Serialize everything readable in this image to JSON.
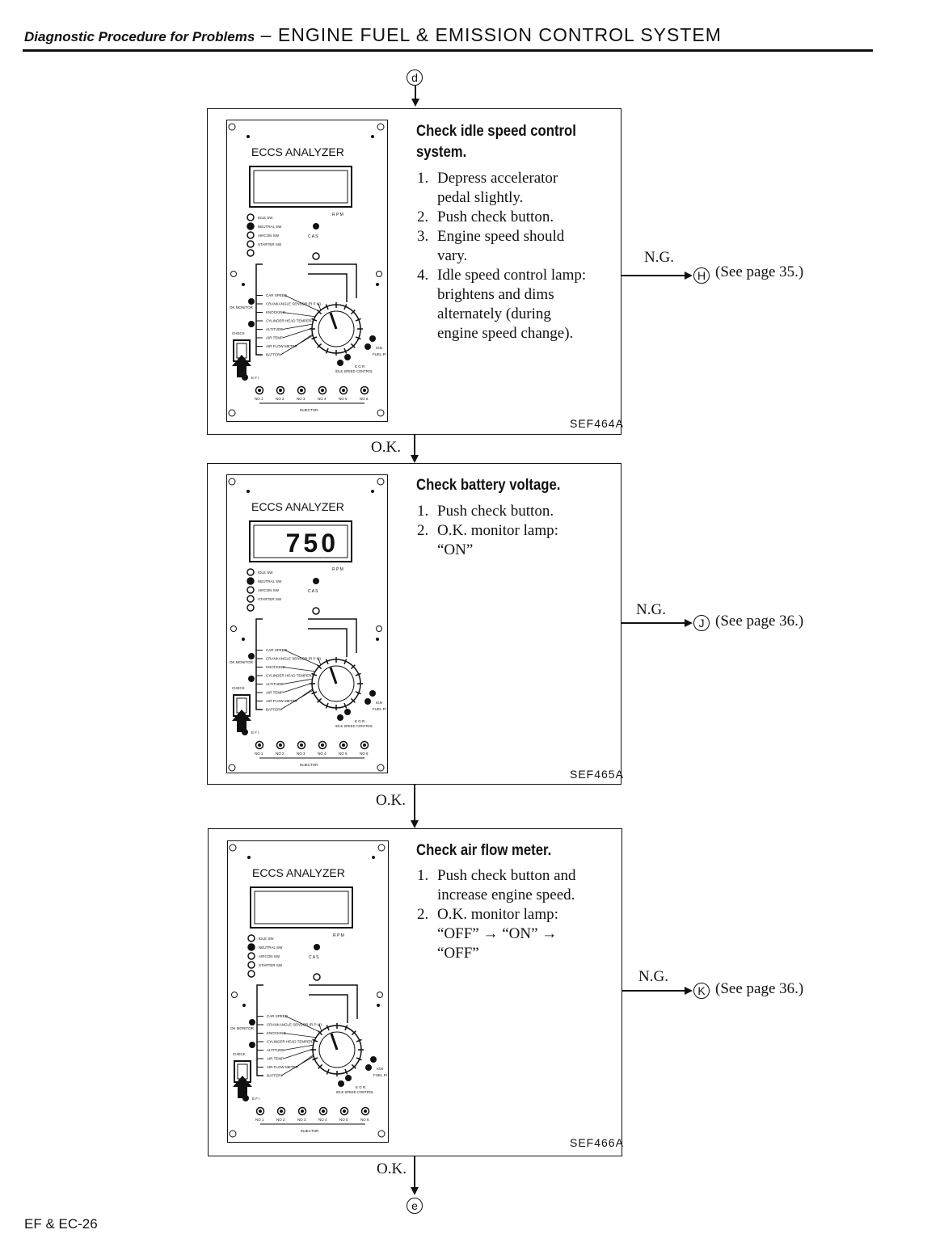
{
  "header": {
    "italic": "Diagnostic Procedure for Problems",
    "dash": " – ",
    "main": "ENGINE FUEL & EMISSION CONTROL SYSTEM"
  },
  "connectors": {
    "top": "d",
    "bottom": "e"
  },
  "steps": [
    {
      "title_line1": "Check idle speed control",
      "title_line2": "system.",
      "items": [
        {
          "n": "1.",
          "lines": [
            "Depress accelerator",
            "pedal slightly."
          ]
        },
        {
          "n": "2.",
          "lines": [
            "Push check button."
          ]
        },
        {
          "n": "3.",
          "lines": [
            "Engine speed should",
            "vary."
          ]
        },
        {
          "n": "4.",
          "lines": [
            "Idle speed control lamp:",
            "brightens and dims",
            "alternately (during",
            "engine speed change)."
          ]
        }
      ],
      "figure_code": "SEF464A",
      "ng_label": "N.G.",
      "ng_target": "H",
      "ng_ref": "(See page 35.)",
      "ok_label": "O.K.",
      "display": ""
    },
    {
      "title_line1": "Check battery voltage.",
      "title_line2": "",
      "items": [
        {
          "n": "1.",
          "lines": [
            "Push check button."
          ]
        },
        {
          "n": "2.",
          "lines": [
            "O.K. monitor lamp:",
            "“ON”"
          ]
        }
      ],
      "figure_code": "SEF465A",
      "ng_label": "N.G.",
      "ng_target": "J",
      "ng_ref": "(See page 36.)",
      "ok_label": "O.K.",
      "display": "750"
    },
    {
      "title_line1": "Check air flow meter.",
      "title_line2": "",
      "items": [
        {
          "n": "1.",
          "lines": [
            "Push check button and",
            "increase engine speed."
          ]
        },
        {
          "n": "2.",
          "lines": [
            "O.K. monitor lamp:",
            "“OFF” → “ON” →",
            "“OFF”"
          ]
        }
      ],
      "figure_code": "SEF466A",
      "ng_label": "N.G.",
      "ng_target": "K",
      "ng_ref": "(See page 36.)",
      "ok_label": "O.K.",
      "display": ""
    }
  ],
  "analyzer": {
    "name": "ECCS ANALYZER",
    "rpm": "R P M",
    "cas": "C A S",
    "left_switches": [
      "IDLE SW",
      "NEUTRAL SW",
      "AIRCON SW",
      "STARTER SW"
    ],
    "selector_labels": [
      "CAR SPEED",
      "CRANKANGLE SENSOR (R P M)",
      "KNOCKING",
      "CYLINDER HEAD TEMPERATURE",
      "ALTITUDE",
      "AIR TEMP",
      "AIR FLOW METER",
      "BATTERY"
    ],
    "right_labels": [
      "IGN",
      "FUEL PUMP",
      "E G R",
      "IDLE SPEED CONTROL"
    ],
    "ok_monitor": "OK MONITOR",
    "check": "CHECK",
    "efi": "E F I",
    "injectors": [
      "NO 1",
      "NO 2",
      "NO 3",
      "NO 4",
      "NO 5",
      "NO 6"
    ],
    "injector_label": "INJECTOR"
  },
  "footer": {
    "page": "EF & EC-26"
  }
}
